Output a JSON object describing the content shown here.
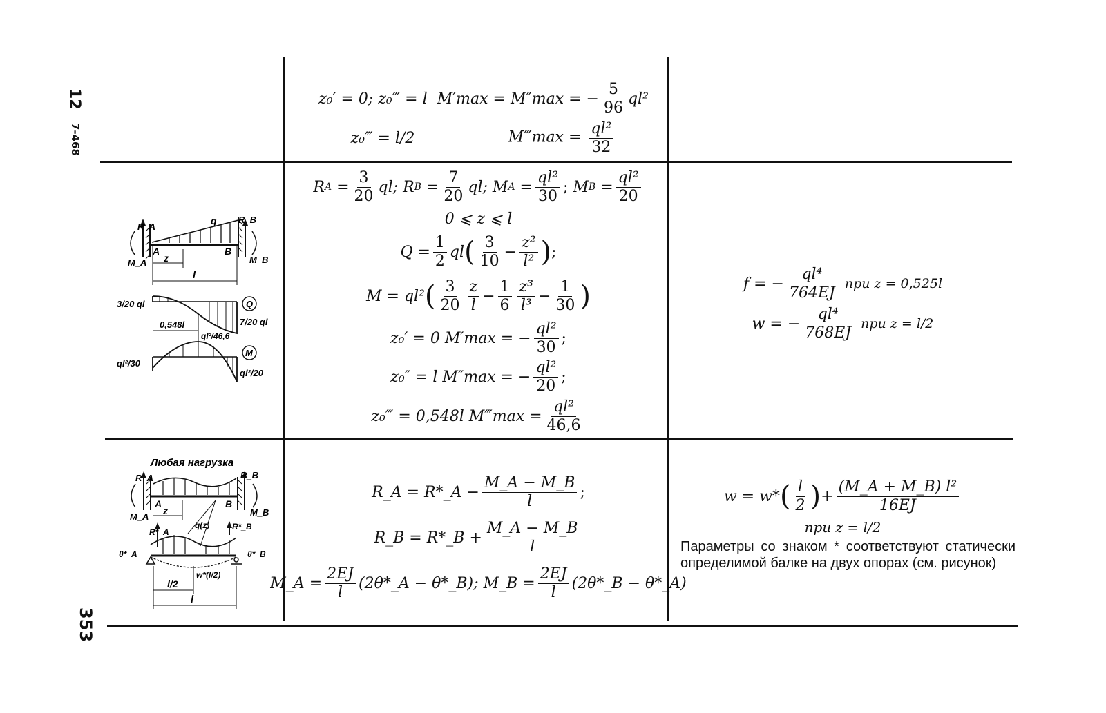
{
  "margin": {
    "top_label": "12",
    "code_label": "7-468",
    "page_number": "353"
  },
  "row1": {
    "line1_left": "z₀′ = 0;  z₀‴ = l",
    "line1_right_lhs": "M′max = M″max = −",
    "line1_frac_num": "5",
    "line1_frac_den": "96",
    "line1_tail": "ql²",
    "line2_left": "z₀‴ = l/2",
    "line2_right_lhs": "M‴max =",
    "line2_frac_num": "ql²",
    "line2_frac_den": "32"
  },
  "row2": {
    "diagram": {
      "load_label": "q",
      "ra": "R_A",
      "rb": "R_B",
      "ma": "M_A",
      "mb": "M_B",
      "a": "A",
      "b": "B",
      "z": "z",
      "l": "l",
      "q_left": "3/20 ql",
      "q_right": "7/20 ql",
      "q_tag": "Q",
      "m_tag": "M",
      "dist": "0,548l",
      "m_mid": "ql²/46,6",
      "m_left": "ql²/30",
      "m_right": "ql²/20"
    },
    "f1": {
      "lhs_a": "R",
      "sub_a": "A",
      "num_a": "3",
      "den_a": "20",
      "t_a": "ql;",
      "lhs_b": "R",
      "sub_b": "B",
      "num_b": "7",
      "den_b": "20",
      "t_b": "ql;",
      "lhs_c": "M",
      "sub_c": "A",
      "num_c": "ql²",
      "den_c": "30",
      "sep": ";",
      "lhs_d": "M",
      "sub_d": "B",
      "num_d": "ql²",
      "den_d": "20"
    },
    "f2": "0 ⩽ z ⩽ l",
    "f3": {
      "lhs": "Q =",
      "n1": "1",
      "d1": "2",
      "mid": "ql",
      "n2": "3",
      "d2": "10",
      "op": "−",
      "n3": "z²",
      "d3": "l²",
      "end": ";"
    },
    "f4": {
      "lhs": "M = ql²",
      "n1": "3",
      "d1": "20",
      "n2": "z",
      "d2": "l",
      "op1": "−",
      "n3": "1",
      "d3": "6",
      "n4": "z³",
      "d4": "l³",
      "op2": "−",
      "n5": "1",
      "d5": "30"
    },
    "f5": {
      "lhs": "z₀′ = 0   M′max = −",
      "num": "ql²",
      "den": "30",
      "end": ";"
    },
    "f6": {
      "lhs": "z₀″ = l   M″max = −",
      "num": "ql²",
      "den": "20",
      "end": ";"
    },
    "f7": {
      "lhs": "z₀‴ = 0,548l   M‴max =",
      "num": "ql²",
      "den": "46,6"
    },
    "right1": {
      "lhs": "f = −",
      "num": "ql⁴",
      "den": "764EJ",
      "tail": "при  z = 0,525l"
    },
    "right2": {
      "lhs": "w = −",
      "num": "ql⁴",
      "den": "768EJ",
      "tail": "при  z = l/2"
    }
  },
  "row3": {
    "diagram": {
      "caption": "Любая нагрузка",
      "ra": "R_A",
      "rb": "R_B",
      "ma": "M_A",
      "mb": "M_B",
      "a": "A",
      "b": "B",
      "z": "z",
      "q": "q(z)",
      "ra_star": "R*_A",
      "rb_star": "R*_B",
      "theta_a": "θ*_A",
      "theta_b": "θ*_B",
      "half": "l/2",
      "w_half": "w*(l/2)",
      "l": "l"
    },
    "f1": {
      "lhs": "R_A = R*_A −",
      "num": "M_A − M_B",
      "den": "l",
      "end": ";"
    },
    "f2": {
      "lhs": "R_B = R*_B +",
      "num": "M_A − M_B",
      "den": "l"
    },
    "f3": {
      "a_lhs": "M_A =",
      "a_num": "2EJ",
      "a_den": "l",
      "a_tail": "(2θ*_A − θ*_B);",
      "b_lhs": "M_B =",
      "b_num": "2EJ",
      "b_den": "l",
      "b_tail": "(2θ*_B − θ*_A)"
    },
    "right1": {
      "lhs": "w = w*",
      "n1": "l",
      "d1": "2",
      "op": "+",
      "num": "(M_A + M_B) l²",
      "den": "16EJ"
    },
    "right2": "при  z = l/2",
    "note": "Параметры со знаком * соответствуют статически определимой балке на двух опорах (см. рисунок)"
  }
}
